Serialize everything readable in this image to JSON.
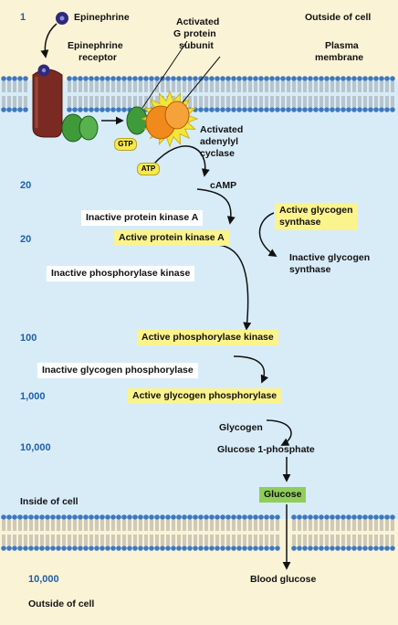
{
  "colors": {
    "outside": "#fbf3d6",
    "inside": "#d8ecf8",
    "lipid_head": "#3d78bf",
    "number": "#1f5fa8",
    "highlight": "#fbf38c",
    "glucose_box": "#8fce5a"
  },
  "labels": {
    "epinephrine": "Epinephrine",
    "receptor_line1": "Epinephrine",
    "receptor_line2": "receptor",
    "g_protein_line1": "Activated",
    "g_protein_line2": "G protein",
    "g_protein_line3": "subunit",
    "outside_top": "Outside of cell",
    "plasma_line1": "Plasma",
    "plasma_line2": "membrane",
    "adenylyl_line1": "Activated",
    "adenylyl_line2": "adenylyl",
    "adenylyl_line3": "cyclase",
    "gtp": "GTP",
    "atp": "ATP",
    "camp": "cAMP",
    "inside": "Inside of cell",
    "outside_bottom": "Outside of cell",
    "blood_glucose": "Blood glucose"
  },
  "numbers": {
    "n1": "1",
    "n20a": "20",
    "n20b": "20",
    "n100": "100",
    "n1000": "1,000",
    "n10000a": "10,000",
    "n10000b": "10,000"
  },
  "cascade": {
    "inactive_pka": "Inactive protein kinase A",
    "active_pka": "Active protein kinase A",
    "active_gs_line1": "Active glycogen",
    "active_gs_line2": "synthase",
    "inactive_gs_line1": "Inactive glycogen",
    "inactive_gs_line2": "synthase",
    "inactive_phk": "Inactive phosphorylase kinase",
    "active_phk": "Active phosphorylase kinase",
    "inactive_gp": "Inactive glycogen phosphorylase",
    "active_gp": "Active glycogen phosphorylase",
    "glycogen": "Glycogen",
    "g1p": "Glucose 1-phosphate",
    "glucose": "Glucose"
  }
}
